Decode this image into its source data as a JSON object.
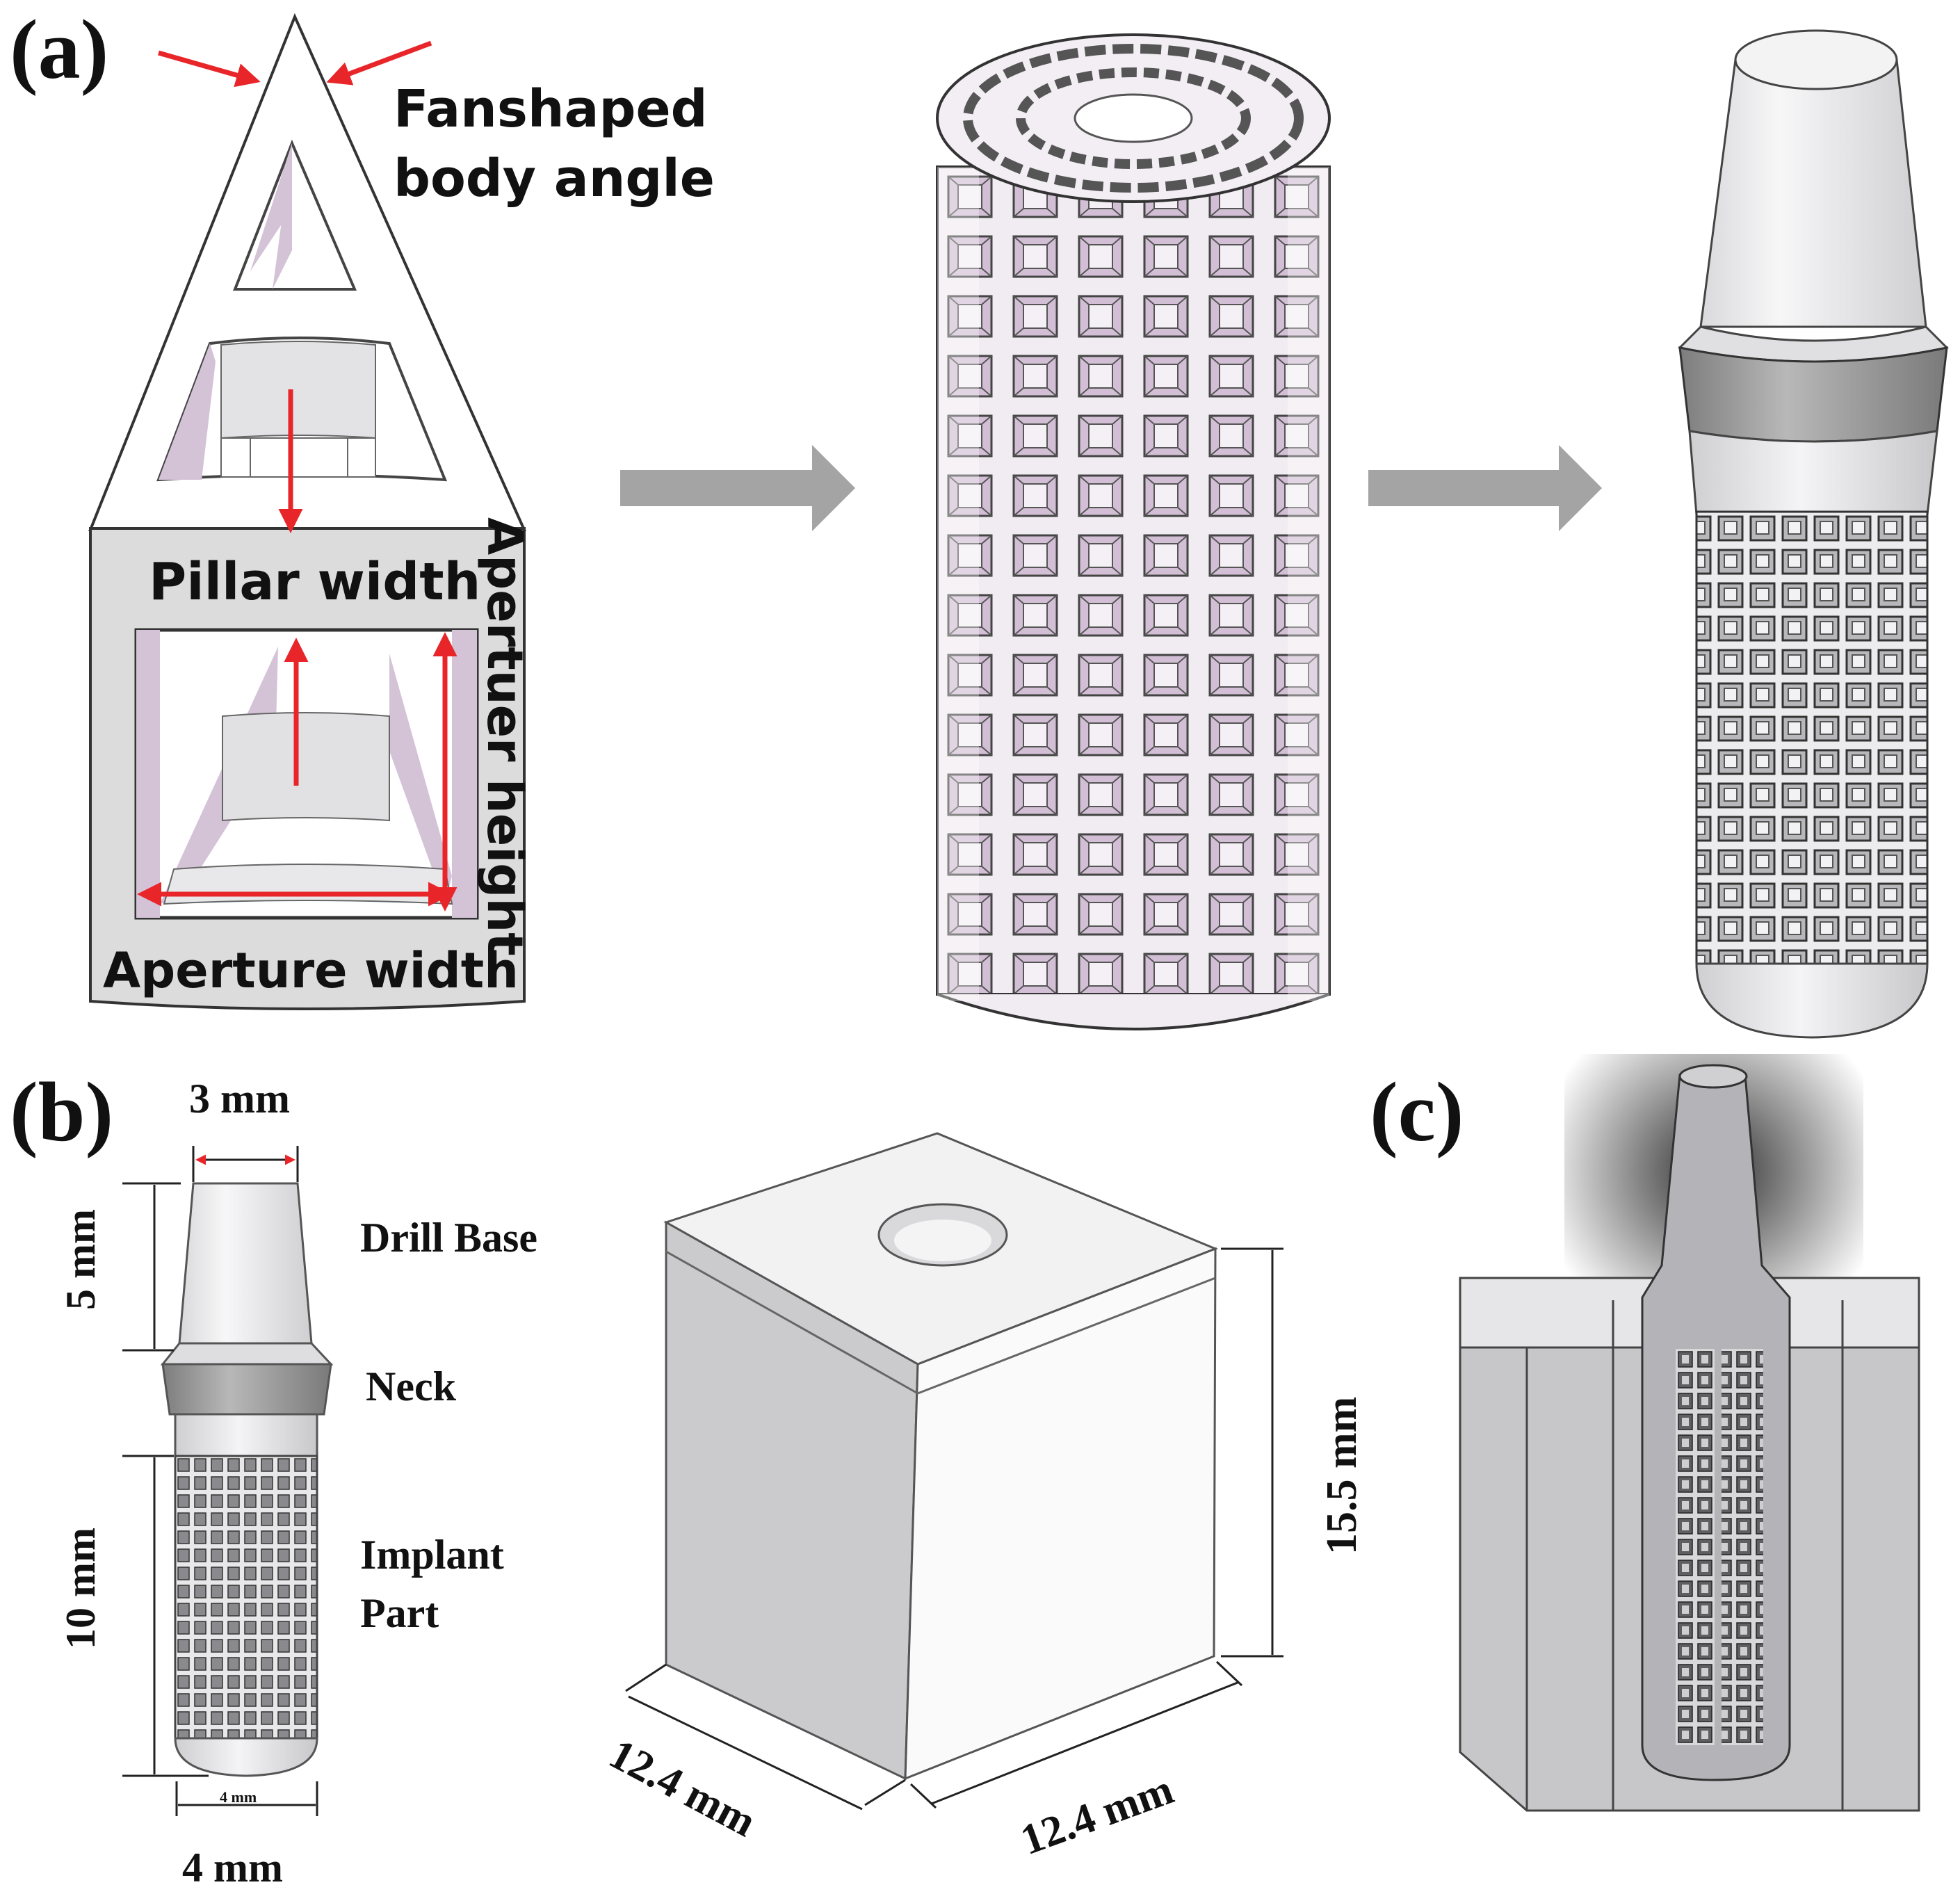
{
  "panels": {
    "a": {
      "label": "(a)",
      "annotations": {
        "fan_angle_line1": "Fanshaped",
        "fan_angle_line2": "body angle",
        "pillar_width": "Pillar width",
        "aperture_height": "Apertuer height",
        "aperture_width": "Aperture width"
      }
    },
    "b": {
      "label": "(b)",
      "implant_dims": {
        "top_width": "3 mm",
        "drill_base_height": "5 mm",
        "implant_height": "10 mm",
        "bottom_width": "4 mm",
        "bottom_width_small": "4 mm"
      },
      "parts": {
        "drill_base": "Drill Base",
        "neck": "Neck",
        "implant_line1": "Implant",
        "implant_line2": "Part"
      },
      "block_dims": {
        "height": "15.5 mm",
        "depth": "12.4 mm",
        "width": "12.4 mm"
      }
    },
    "c": {
      "label": "(c)"
    }
  },
  "colors": {
    "arrow_red": "#e8262a",
    "flow_arrow": "#a4a4a4",
    "lattice_face": "#efe9f0",
    "lattice_inner": "#d6c4d8",
    "block_gray": "#c9c9c9",
    "neck_gray": "#8f8f8f"
  }
}
